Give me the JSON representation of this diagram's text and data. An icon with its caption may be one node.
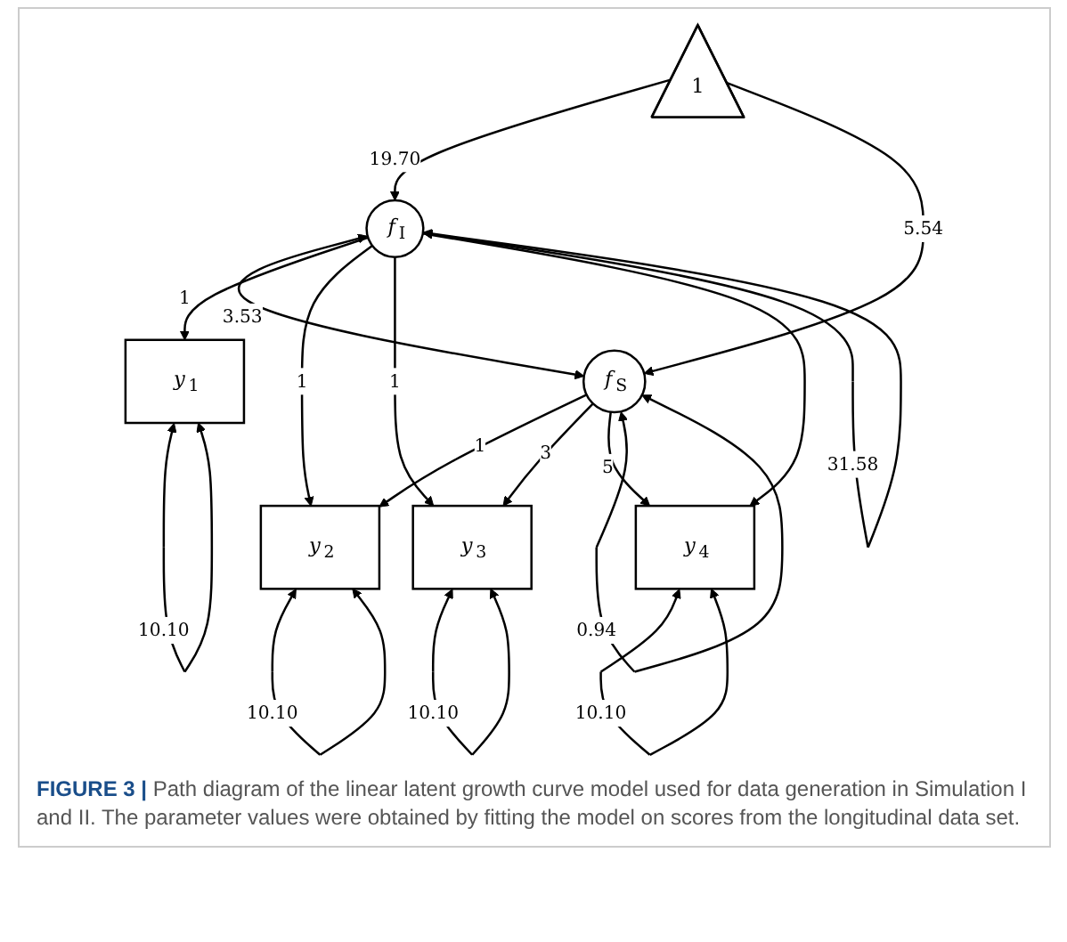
{
  "diagram": {
    "caption": "**FIGURE 3 |** Path diagram of the linear latent growth curve model used for data generation in Simulation I and II. The parameter values were obtained by fitting the model on scores from the longitudinal data set.",
    "nodes": [
      {
        "text": [
          "1"
        ]
      },
      {
        "text": [
          "*f*$_{I}$"
        ]
      },
      {
        "text": [
          "*f*$_{S}$"
        ]
      },
      {
        "text": [
          "*y*$_{1}$"
        ]
      },
      {
        "text": [
          "*y*$_{2}$"
        ]
      },
      {
        "text": [
          "*y*$_{3}$"
        ]
      },
      {
        "text": [
          "*y*$_{4}$"
        ]
      }
    ],
    "edges": [
      {
        "from": 0,
        "to": 1,
        "arrow": "to",
        "label": "19.70"
      },
      {
        "from": 0,
        "to": 2,
        "arrow": "to",
        "label": "5.54"
      },
      {
        "from": 1,
        "to": 2,
        "arrow": "both",
        "label": "3.53"
      },
      {
        "from": 1,
        "to": 3,
        "arrow": "to",
        "label": "1"
      },
      {
        "from": 1,
        "to": 4,
        "arrow": "to",
        "label": "1"
      },
      {
        "from": 1,
        "to": 5,
        "arrow": "to",
        "label": "1"
      },
      {
        "from": 1,
        "to": 6,
        "arrow": "to"
      },
      {
        "from": 2,
        "to": 4,
        "arrow": "to",
        "label": "1"
      },
      {
        "from": 2,
        "to": 5,
        "arrow": "to",
        "label": "3"
      },
      {
        "from": 2,
        "to": 6,
        "arrow": "to",
        "label": "5"
      },
      {
        "from": 1,
        "to": 1,
        "arrow": "both",
        "label": "31.58"
      },
      {
        "from": 2,
        "to": 2,
        "arrow": "both",
        "label": "0.94"
      },
      {
        "from": 3,
        "to": 3,
        "arrow": "both",
        "label": "10.10"
      },
      {
        "from": 4,
        "to": 4,
        "arrow": "both",
        "label": "10.10"
      },
      {
        "from": 5,
        "to": 5,
        "arrow": "both",
        "label": "10.10"
      },
      {
        "from": 6,
        "to": 6,
        "arrow": "both",
        "label": "10.10"
      }
    ]
  }
}
